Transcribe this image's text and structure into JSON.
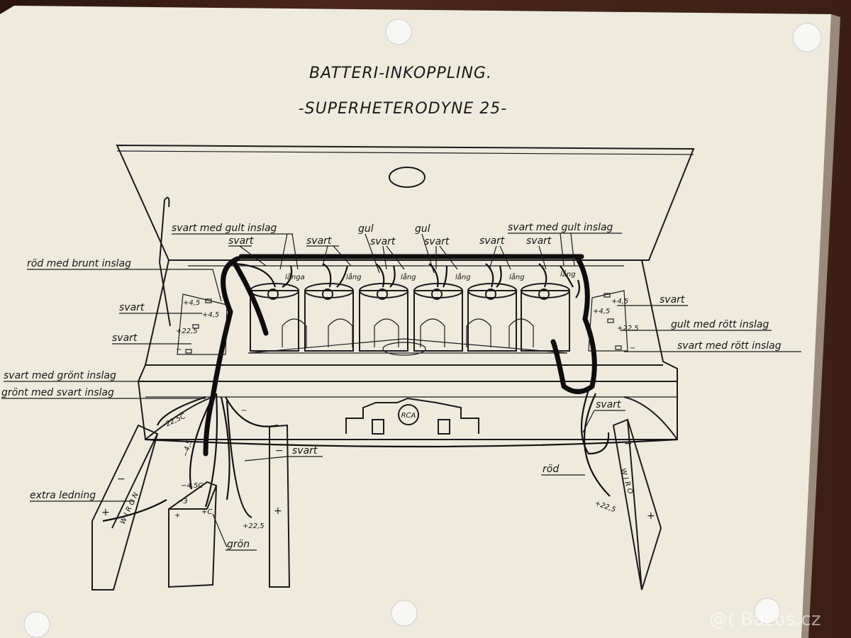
{
  "title": "BATTERI-INKOPPLING.",
  "subtitle": "-SUPERHETERODYNE 25-",
  "watermark": "@(   Bazos.cz",
  "tube_wire_labels": {
    "top_left": "svart med gult inslag",
    "top_right": "svart med gult inslag",
    "svart_1": "svart",
    "svart_2": "svart",
    "svart_3": "svart",
    "svart_4": "svart",
    "svart_5": "svart",
    "svart_6": "svart",
    "gul_1": "gul",
    "gul_2": "gul",
    "langa": "långa",
    "lang_1": "lång",
    "lang_2": "lång",
    "lang_3": "lång",
    "lang_4": "lång",
    "lang_5": "lång"
  },
  "left_labels": {
    "rod_med_brunt": "röd med brunt inslag",
    "svart_a": "svart",
    "svart_b": "svart",
    "svart_med_gront": "svart med grönt inslag",
    "gront_med_svart": "grönt med svart inslag",
    "extra_ledning": "extra ledning",
    "svart_c": "svart",
    "gron": "grön"
  },
  "right_labels": {
    "svart_a": "svart",
    "gult_med_rott": "gult med rött inslag",
    "svart_med_rott": "svart med rött inslag",
    "svart_b": "svart",
    "rod": "röd"
  },
  "terminal_labels": {
    "l_p45": "+4,5",
    "l_p45b": "+4,5",
    "l_p225": "+22,5",
    "l_minus": "−",
    "r_p45": "+4,5",
    "r_p45b": "+4,5",
    "r_p225": "+22,5",
    "r_minus": "−",
    "b_m225c": "−22,5C",
    "b_m45": "−4,5",
    "b_m": "−",
    "b_m45c": "−4,5C",
    "b_m3": "−3",
    "b_pc": "+C",
    "b_p": "+",
    "b_p225": "+22,5",
    "r_p225b": "+22,5",
    "plus1": "+",
    "plus2": "+",
    "plus3": "+",
    "minus1": "−",
    "minus2": "−",
    "minus3": "−"
  },
  "battery_brand_left": "W I R O N",
  "battery_brand_right": "W I R O",
  "logo": "RCA",
  "colors": {
    "paper": "#efeade",
    "ink": "#1a1a1a",
    "pin": "#f7f7f5",
    "table": "#3a2016"
  }
}
